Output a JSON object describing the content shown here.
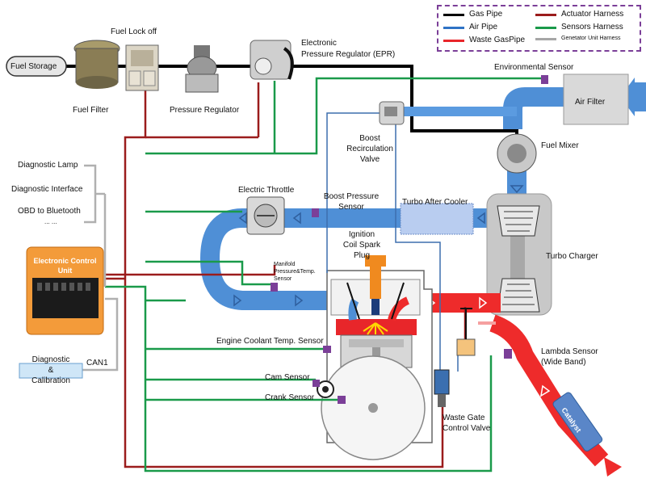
{
  "legend": {
    "gas_pipe": "Gas Pipe",
    "air_pipe": "Air Pipe",
    "waste_gas_pipe": "Waste GasPipe",
    "actuator_harness": "Actuator Harness",
    "sensors_harness": "Sensors Harness",
    "generator_harness": "Genetator Unit Harness",
    "colors": {
      "gas": "#000000",
      "air": "#2f73c5",
      "waste": "#e8262a",
      "actuator": "#9b1c1c",
      "sensors": "#1a9a4a",
      "generator": "#a6a6a6"
    }
  },
  "labels": {
    "fuel_storage": "Fuel Storage",
    "fuel_lock_off": "Fuel Lock off",
    "fuel_filter": "Fuel Filter",
    "pressure_regulator": "Pressure Regulator",
    "epr_line1": "Electronic",
    "epr_line2": "Pressure Regulator (EPR)",
    "environmental_sensor": "Environmental Sensor",
    "air_filter": "Air Filter",
    "fuel_mixer": "Fuel Mixer",
    "boost_recirc_1": "Boost",
    "boost_recirc_2": "Recirculation",
    "boost_recirc_3": "Valve",
    "diag_lamp": "Diagnostic Lamp",
    "diag_interface": "Diagnostic Interface",
    "obd_bluetooth": "OBD to Bluetooth",
    "ellipsis": "... ...",
    "electric_throttle": "Electric Throttle",
    "boost_pressure_1": "Boost Pressure",
    "boost_pressure_2": "Sensor",
    "turbo_after_cooler": "Turbo After Cooler",
    "ignition_1": "Ignition",
    "ignition_2": "Coil Spark",
    "ignition_3": "Plug",
    "ecu_1": "Electronic Control",
    "ecu_2": "Unit",
    "manifold_1": "Manifold",
    "manifold_2": "Pressure&Temp.",
    "manifold_3": "Sensor",
    "turbo_charger": "Turbo Charger",
    "coolant_sensor": "Engine Coolant Temp. Sensor",
    "lambda_1": "Lambda Sensor",
    "lambda_2": "(Wide Band)",
    "diag_cal_1": "Diagnostic",
    "diag_cal_2": "&",
    "diag_cal_3": "Calibration",
    "can1": "CAN1",
    "cam_sensor": "Cam Sensor",
    "crank_sensor": "Crank Sensor",
    "waste_gate_1": "Waste Gate",
    "waste_gate_2": "Control Valve",
    "catalyst": "Catalyst"
  }
}
